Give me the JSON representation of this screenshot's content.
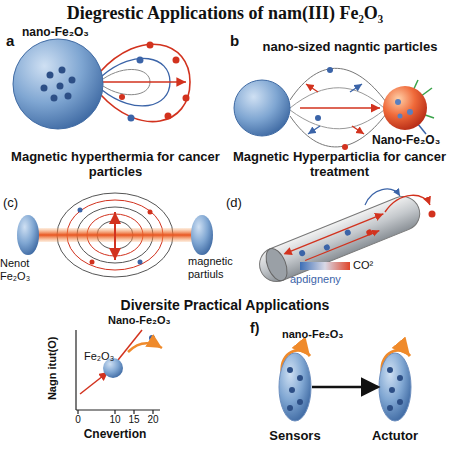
{
  "diagram": {
    "title": "Diegrestic Applications of nam(III) Fe₂O₃",
    "nodes": [
      {
        "text": [
          "Sensors"
        ]
      },
      {
        "text": [
          "Actutor"
        ]
      }
    ],
    "edges": [
      {
        "from": 0,
        "to": 1,
        "arrow": "to"
      }
    ],
    "labels": [
      "a",
      "nano-Fe₂O₃",
      "b",
      "nano-sized nagntic particles",
      "Nano-Fe₂O₃",
      "Magnetic hyperthermia for cancer particles",
      "(c)",
      "Nenot Fe₂O₃",
      "magnetic partiuls",
      "Magnetic Hyperparticlia for cancer treatment",
      "(d)",
      "CO²",
      "apdigneny",
      "Diversite Practical Applications",
      "Nano-Fe₂O₃",
      "Fe₂O₃",
      "Nagn itut(O)",
      "0",
      "10",
      "15",
      "20",
      "Cnevertion",
      "f)",
      "nano-Fe₂O₃"
    ]
  }
}
